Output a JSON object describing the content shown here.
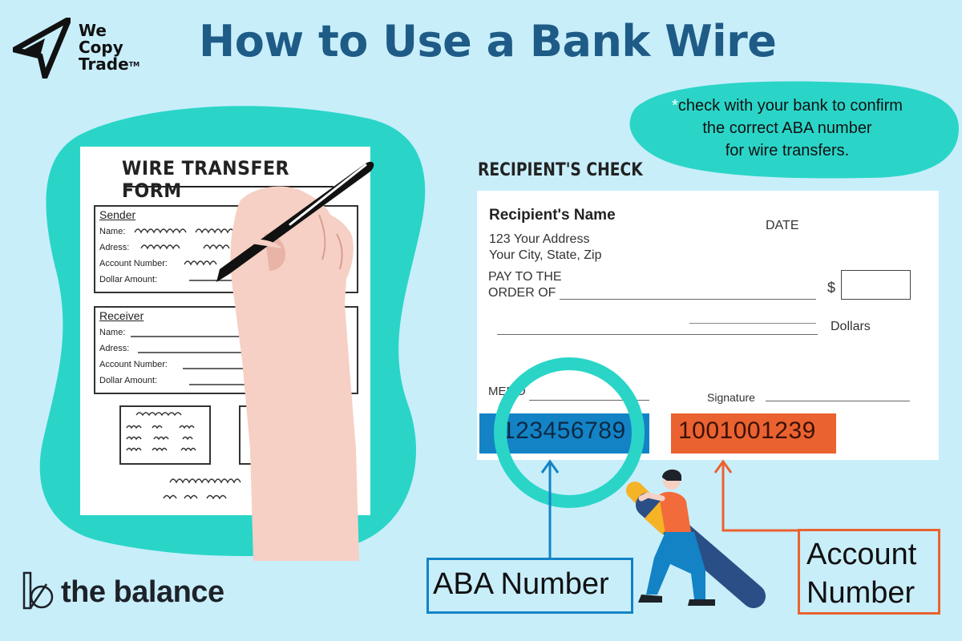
{
  "brand": {
    "logo_lines": [
      "We",
      "Copy",
      "Trade"
    ],
    "tm": "TM"
  },
  "title": "How to Use a Bank Wire",
  "note": {
    "asterisk": "*",
    "lines": [
      "check with your bank to confirm",
      "the correct ABA number",
      "for wire transfers."
    ]
  },
  "form": {
    "title": "WIRE TRANSFER FORM",
    "sender": {
      "heading": "Sender",
      "fields": [
        "Name:",
        "Adress:",
        "Account Number:",
        "Dollar Amount:"
      ]
    },
    "receiver": {
      "heading": "Receiver",
      "fields": [
        "Name:",
        "Adress:",
        "Account Number:",
        "Dollar Amount:"
      ]
    }
  },
  "check": {
    "label": "RECIPIENT'S CHECK",
    "recipient_name": "Recipient's Name",
    "address_line1": "123 Your Address",
    "address_line2": "Your City, State, Zip",
    "date_label": "DATE",
    "pay_to_line1": "PAY TO THE",
    "pay_to_line2": "ORDER OF",
    "dollar_sign": "$",
    "dollars_label": "Dollars",
    "memo_label": "MEMO",
    "signature_label": "Signature",
    "aba_number": "123456789",
    "account_number": "1001001239"
  },
  "callouts": {
    "aba": "ABA Number",
    "account_line1": "Account",
    "account_line2": "Number"
  },
  "footer_brand": "the balance",
  "colors": {
    "background": "#c8eefa",
    "teal": "#2ad5c8",
    "title_blue": "#1e5b86",
    "aba_blue": "#1383c6",
    "account_orange": "#ea6230",
    "skin": "#f6d0c4"
  }
}
